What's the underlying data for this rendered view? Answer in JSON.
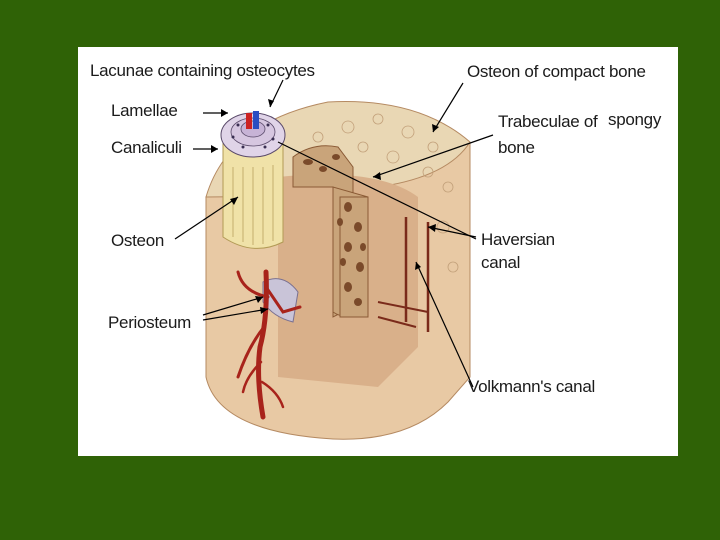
{
  "diagram": {
    "labels": {
      "lacunae": "Lacunae containing osteocytes",
      "lamellae": "Lamellae",
      "canaliculi": "Canaliculi",
      "osteon": "Osteon",
      "periosteum": "Periosteum",
      "osteon_compact": "Osteon of compact bone",
      "trabeculae_line1": "Trabeculae of",
      "trabeculae_spongy": "spongy",
      "trabeculae_line2": "bone",
      "haversian_line1": "Haversian",
      "haversian_line2": "canal",
      "volkmann": "Volkmann's canal"
    },
    "colors": {
      "slide_background": "#2f6206",
      "panel": "#ffffff",
      "bone_outer": "#e8c9a4",
      "bone_shade": "#d9b08a",
      "spongy": "#c9a47a",
      "marrow_holes": "#7a4a2a",
      "blood_vessel": "#a8231b",
      "osteon_cylinder": "#f0e2a8",
      "label_text": "#1b1b1b"
    }
  }
}
